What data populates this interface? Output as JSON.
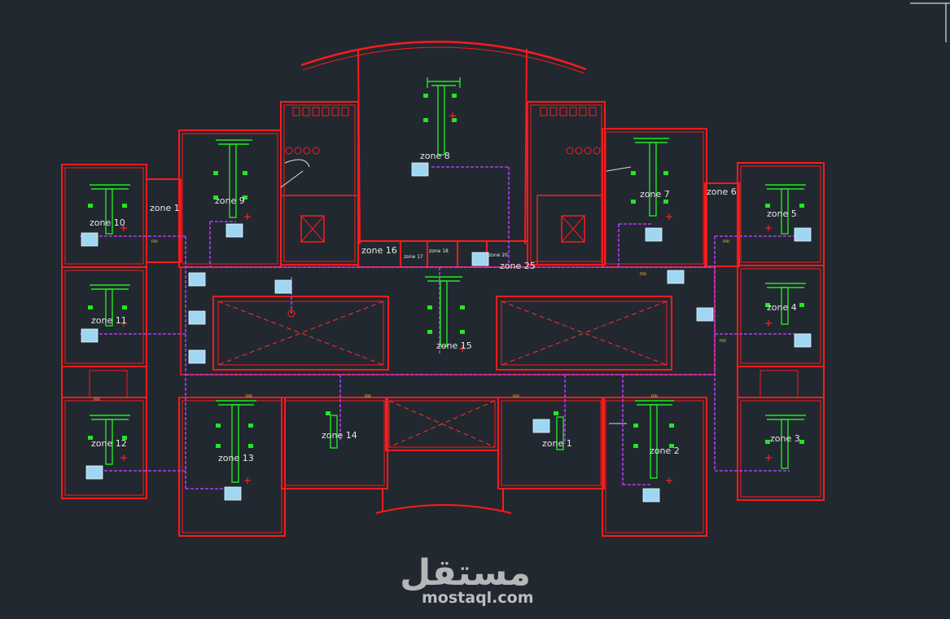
{
  "zones": [
    "zone 1",
    "zone 2",
    "zone 3",
    "zone 4",
    "zone 5",
    "zone 6",
    "zone 7",
    "zone 8",
    "zone 9",
    "zone 10",
    "zone 11",
    "zone 12",
    "zone 13",
    "zone 14",
    "zone 15",
    "zone 16",
    "zone 17",
    "zone 18",
    "zone 20",
    "zone 25",
    "zone 1"
  ],
  "unit_tags": [
    "FRR",
    "FRR",
    "FRR",
    "FRR",
    "FRR",
    "FRR",
    "FRR",
    "FRR",
    "FRR"
  ],
  "watermark": {
    "arabic": "مستقل",
    "url": "mostaql.com"
  },
  "colors": {
    "background": "#212830",
    "walls": "#ff1a1a",
    "ducts": "#1fe81f",
    "piping": "#b43cf0",
    "controls": "#bfe6ff",
    "labels": "#e8e8e8"
  }
}
